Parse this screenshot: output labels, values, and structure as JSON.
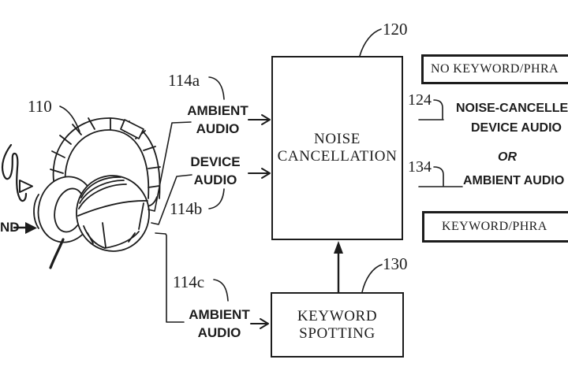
{
  "figure": {
    "refs": {
      "headphones": "110",
      "input_a": "114a",
      "input_b": "114b",
      "input_c": "114c",
      "noise_cancellation": "120",
      "output_nc": "124",
      "keyword_spotting": "130",
      "output_ambient": "134"
    },
    "sound": {
      "label": "ND"
    },
    "inputs": {
      "ambient_top": {
        "line1": "AMBIENT",
        "line2": "AUDIO"
      },
      "device": {
        "line1": "DEVICE",
        "line2": "AUDIO"
      },
      "ambient_bottom": {
        "line1": "AMBIENT",
        "line2": "AUDIO"
      }
    },
    "blocks": {
      "noise_cancellation": {
        "line1": "NOISE",
        "line2": "CANCELLATION"
      },
      "keyword_spotting": {
        "line1": "KEYWORD",
        "line2": "SPOTTING"
      }
    },
    "outputs": {
      "no_keyword_box": "NO KEYWORD/PHRA",
      "nc_device": {
        "line1": "NOISE-CANCELLE",
        "line2": "DEVICE AUDIO"
      },
      "or": "OR",
      "ambient": "AMBIENT AUDIO",
      "keyword_box": "KEYWORD/PHRA"
    }
  },
  "colors": {
    "ink": "#1c1c1c",
    "background": "#ffffff"
  }
}
